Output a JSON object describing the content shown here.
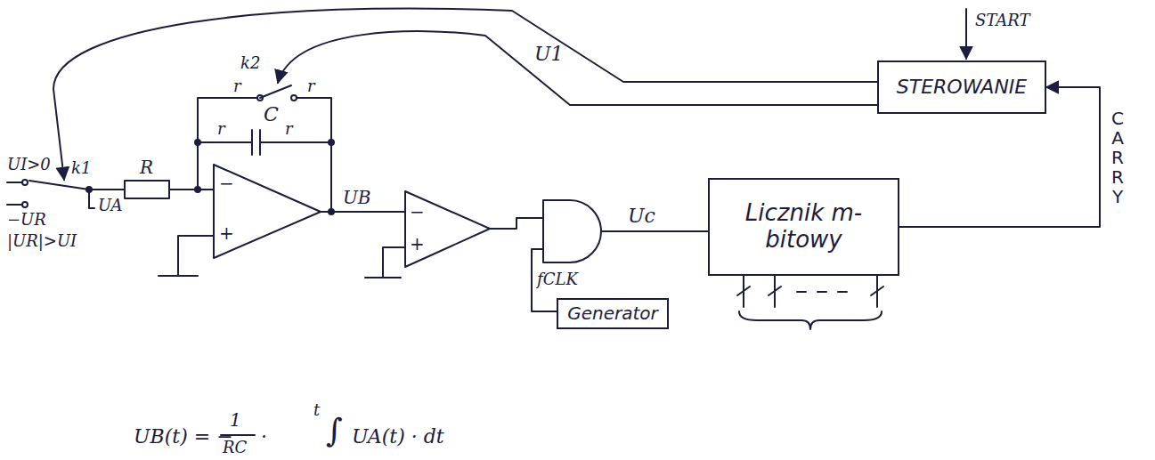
{
  "diagram": {
    "nodes": [
      {
        "text": [
          "STEROWANIE"
        ]
      },
      {
        "text": [
          "Licznik m-bitowy"
        ]
      },
      {
        "text": [
          "Generator"
        ]
      }
    ],
    "edges": [
      {
        "from": 1,
        "to": 0,
        "label": "CARRY",
        "arrow": "to"
      }
    ],
    "labels": [
      "UI>0",
      "k1",
      "−UR",
      "|UR|>UI",
      "UA",
      "R",
      "r",
      "r",
      "r",
      "r",
      "C",
      "k2",
      "U1",
      "START",
      "UB",
      "−",
      "+",
      "−",
      "+",
      "Uc",
      "fCLK",
      "UB(t) = −",
      "1",
      "RC",
      "·",
      "t",
      "∫",
      "UA(t) · dt"
    ]
  }
}
